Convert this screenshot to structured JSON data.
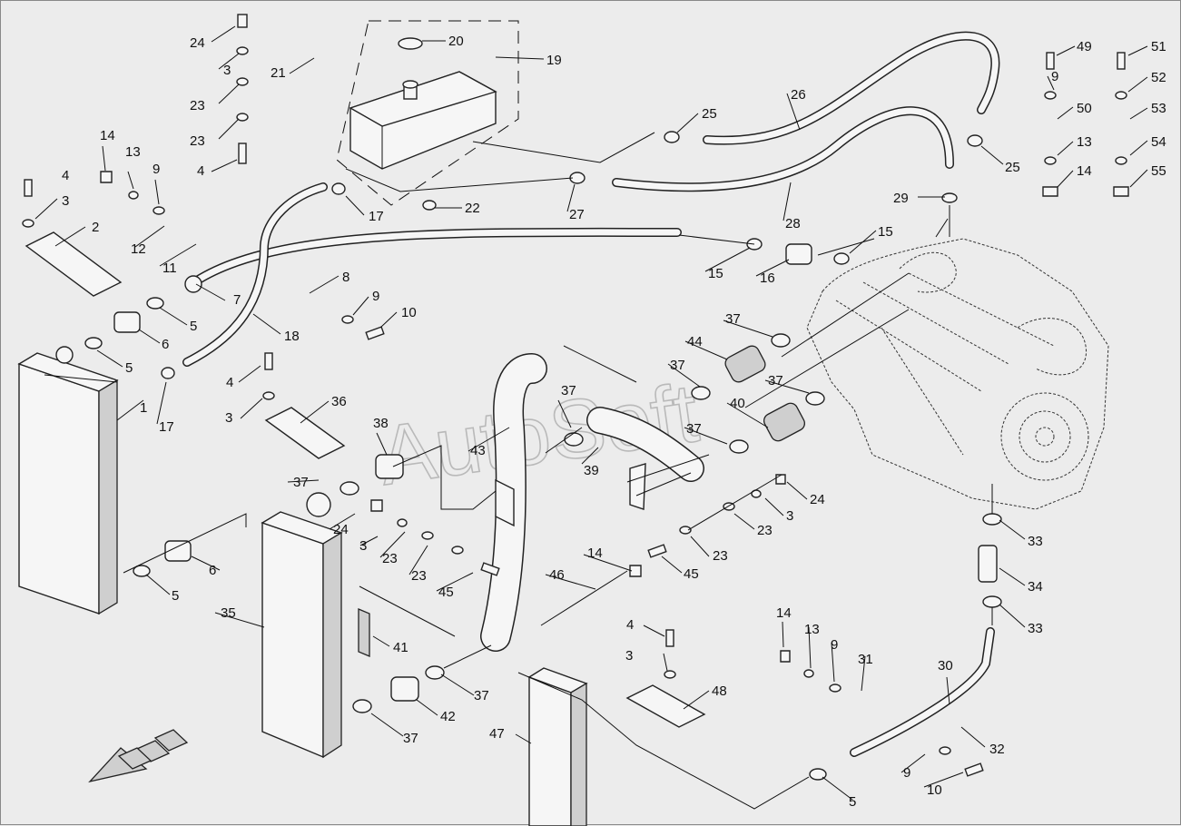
{
  "watermark": "AutoSoft",
  "callouts": [
    {
      "id": "c1",
      "text": "1"
    },
    {
      "id": "c2",
      "text": "2"
    },
    {
      "id": "c3a",
      "text": "3"
    },
    {
      "id": "c3b",
      "text": "3"
    },
    {
      "id": "c3c",
      "text": "3"
    },
    {
      "id": "c3d",
      "text": "3"
    },
    {
      "id": "c3e",
      "text": "3"
    },
    {
      "id": "c3f",
      "text": "3"
    },
    {
      "id": "c4a",
      "text": "4"
    },
    {
      "id": "c4b",
      "text": "4"
    },
    {
      "id": "c4c",
      "text": "4"
    },
    {
      "id": "c4d",
      "text": "4"
    },
    {
      "id": "c5a",
      "text": "5"
    },
    {
      "id": "c5b",
      "text": "5"
    },
    {
      "id": "c5c",
      "text": "5"
    },
    {
      "id": "c5d",
      "text": "5"
    },
    {
      "id": "c6a",
      "text": "6"
    },
    {
      "id": "c6b",
      "text": "6"
    },
    {
      "id": "c7",
      "text": "7"
    },
    {
      "id": "c8",
      "text": "8"
    },
    {
      "id": "c9a",
      "text": "9"
    },
    {
      "id": "c9b",
      "text": "9"
    },
    {
      "id": "c9c",
      "text": "9"
    },
    {
      "id": "c9d",
      "text": "9"
    },
    {
      "id": "c9e",
      "text": "9"
    },
    {
      "id": "c10a",
      "text": "10"
    },
    {
      "id": "c10b",
      "text": "10"
    },
    {
      "id": "c11",
      "text": "11"
    },
    {
      "id": "c12",
      "text": "12"
    },
    {
      "id": "c13a",
      "text": "13"
    },
    {
      "id": "c13b",
      "text": "13"
    },
    {
      "id": "c13c",
      "text": "13"
    },
    {
      "id": "c14a",
      "text": "14"
    },
    {
      "id": "c14b",
      "text": "14"
    },
    {
      "id": "c14c",
      "text": "14"
    },
    {
      "id": "c14d",
      "text": "14"
    },
    {
      "id": "c15a",
      "text": "15"
    },
    {
      "id": "c15b",
      "text": "15"
    },
    {
      "id": "c16",
      "text": "16"
    },
    {
      "id": "c17a",
      "text": "17"
    },
    {
      "id": "c17b",
      "text": "17"
    },
    {
      "id": "c18",
      "text": "18"
    },
    {
      "id": "c19",
      "text": "19"
    },
    {
      "id": "c20",
      "text": "20"
    },
    {
      "id": "c21",
      "text": "21"
    },
    {
      "id": "c22",
      "text": "22"
    },
    {
      "id": "c23a",
      "text": "23"
    },
    {
      "id": "c23b",
      "text": "23"
    },
    {
      "id": "c23c",
      "text": "23"
    },
    {
      "id": "c23d",
      "text": "23"
    },
    {
      "id": "c23e",
      "text": "23"
    },
    {
      "id": "c23f",
      "text": "23"
    },
    {
      "id": "c24a",
      "text": "24"
    },
    {
      "id": "c24b",
      "text": "24"
    },
    {
      "id": "c24c",
      "text": "24"
    },
    {
      "id": "c25a",
      "text": "25"
    },
    {
      "id": "c25b",
      "text": "25"
    },
    {
      "id": "c26",
      "text": "26"
    },
    {
      "id": "c27",
      "text": "27"
    },
    {
      "id": "c28",
      "text": "28"
    },
    {
      "id": "c29",
      "text": "29"
    },
    {
      "id": "c30",
      "text": "30"
    },
    {
      "id": "c31",
      "text": "31"
    },
    {
      "id": "c32",
      "text": "32"
    },
    {
      "id": "c33a",
      "text": "33"
    },
    {
      "id": "c33b",
      "text": "33"
    },
    {
      "id": "c34",
      "text": "34"
    },
    {
      "id": "c35",
      "text": "35"
    },
    {
      "id": "c36",
      "text": "36"
    },
    {
      "id": "c37a",
      "text": "37"
    },
    {
      "id": "c37b",
      "text": "37"
    },
    {
      "id": "c37c",
      "text": "37"
    },
    {
      "id": "c37d",
      "text": "37"
    },
    {
      "id": "c37e",
      "text": "37"
    },
    {
      "id": "c37f",
      "text": "37"
    },
    {
      "id": "c37g",
      "text": "37"
    },
    {
      "id": "c37h",
      "text": "37"
    },
    {
      "id": "c38",
      "text": "38"
    },
    {
      "id": "c39",
      "text": "39"
    },
    {
      "id": "c40",
      "text": "40"
    },
    {
      "id": "c41",
      "text": "41"
    },
    {
      "id": "c42",
      "text": "42"
    },
    {
      "id": "c43",
      "text": "43"
    },
    {
      "id": "c44",
      "text": "44"
    },
    {
      "id": "c45a",
      "text": "45"
    },
    {
      "id": "c45b",
      "text": "45"
    },
    {
      "id": "c46",
      "text": "46"
    },
    {
      "id": "c47",
      "text": "47"
    },
    {
      "id": "c48",
      "text": "48"
    },
    {
      "id": "c49",
      "text": "49"
    },
    {
      "id": "c50",
      "text": "50"
    },
    {
      "id": "c51",
      "text": "51"
    },
    {
      "id": "c52",
      "text": "52"
    },
    {
      "id": "c53",
      "text": "53"
    },
    {
      "id": "c54",
      "text": "54"
    },
    {
      "id": "c55",
      "text": "55"
    }
  ]
}
